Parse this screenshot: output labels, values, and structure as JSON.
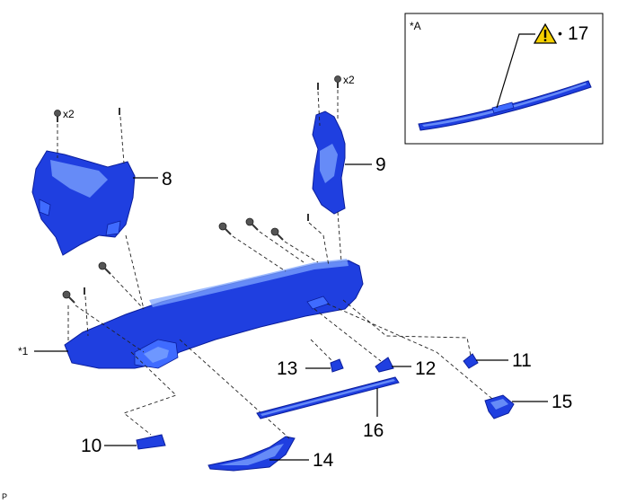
{
  "callouts": {
    "c8": "8",
    "c9": "9",
    "c10": "10",
    "c11": "11",
    "c12": "12",
    "c13": "13",
    "c14": "14",
    "c15": "15",
    "c16": "16",
    "c17": "17",
    "star1": "*1",
    "starA": "*A",
    "x2_left": "x2",
    "x2_right": "x2",
    "bullet": "•",
    "corner_mark": "P"
  },
  "colors": {
    "part_blue": "#1f3fe0",
    "warning_yellow": "#f5d000"
  },
  "icons": {
    "warning": "warning-triangle-icon",
    "screw": "screw-icon",
    "clip": "clip-icon"
  }
}
